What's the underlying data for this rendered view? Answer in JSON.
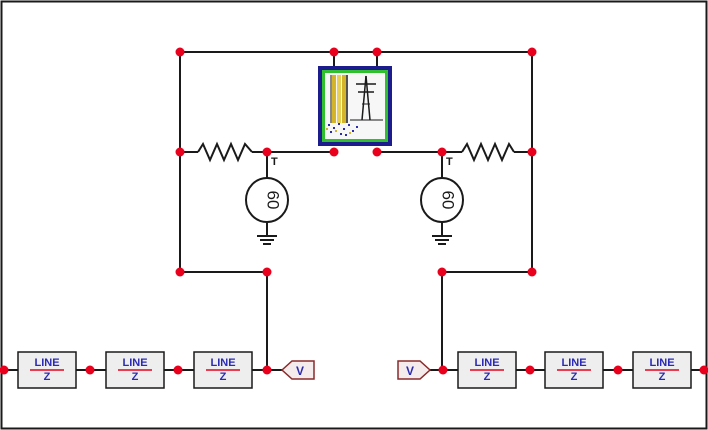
{
  "diagram": {
    "colors": {
      "wire": "#1a1a1a",
      "node": "#e8001c",
      "border": "#1a1a1a",
      "line_text": "#2a2ab4",
      "icon_frame": "#1c1c8c",
      "icon_inner": "#2fbf2f"
    },
    "sources": [
      {
        "label": "60",
        "tap_label": "T"
      },
      {
        "label": "60",
        "tap_label": "T"
      }
    ],
    "line_blocks": [
      {
        "top": "LINE",
        "bottom": "Z"
      },
      {
        "top": "LINE",
        "bottom": "Z"
      },
      {
        "top": "LINE",
        "bottom": "Z"
      },
      {
        "top": "LINE",
        "bottom": "Z"
      },
      {
        "top": "LINE",
        "bottom": "Z"
      },
      {
        "top": "LINE",
        "bottom": "Z"
      }
    ],
    "ports": [
      {
        "label": "V"
      },
      {
        "label": "V"
      }
    ],
    "center_icon": "power-plant-icon"
  }
}
